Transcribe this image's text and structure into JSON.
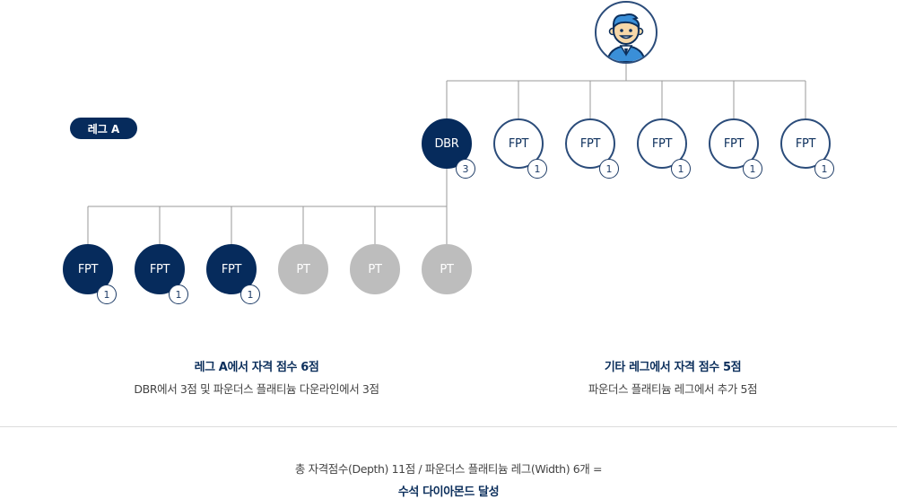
{
  "leg_label": "레그 A",
  "top_nodes": [
    {
      "label": "DBR",
      "style": "navy",
      "badge": "3"
    },
    {
      "label": "FPT",
      "style": "outline",
      "badge": "1"
    },
    {
      "label": "FPT",
      "style": "outline",
      "badge": "1"
    },
    {
      "label": "FPT",
      "style": "outline",
      "badge": "1"
    },
    {
      "label": "FPT",
      "style": "outline",
      "badge": "1"
    },
    {
      "label": "FPT",
      "style": "outline",
      "badge": "1"
    }
  ],
  "bottom_nodes": [
    {
      "label": "FPT",
      "style": "navy",
      "badge": "1"
    },
    {
      "label": "FPT",
      "style": "navy",
      "badge": "1"
    },
    {
      "label": "FPT",
      "style": "navy",
      "badge": "1"
    },
    {
      "label": "PT",
      "style": "grey",
      "badge": ""
    },
    {
      "label": "PT",
      "style": "grey",
      "badge": ""
    },
    {
      "label": "PT",
      "style": "grey",
      "badge": ""
    }
  ],
  "left_caption": {
    "title": "레그 A에서 자격 점수 6점",
    "subtitle": "DBR에서 3점 및 파운더스 플래티늄 다운라인에서 3점"
  },
  "right_caption": {
    "title": "기타 레그에서 자격 점수 5점",
    "subtitle": "파운더스 플래티늄 레그에서 추가 5점"
  },
  "footer": {
    "line1": "총 자격점수(Depth) 11점 / 파운더스 플래티늄 레그(Width) 6개 =",
    "line2": "수석 다이아몬드 달성"
  },
  "colors": {
    "navy": "#062b5c",
    "outline": "#2b4c7a",
    "grey": "#bdbdbd",
    "line": "#9a9a9a"
  }
}
